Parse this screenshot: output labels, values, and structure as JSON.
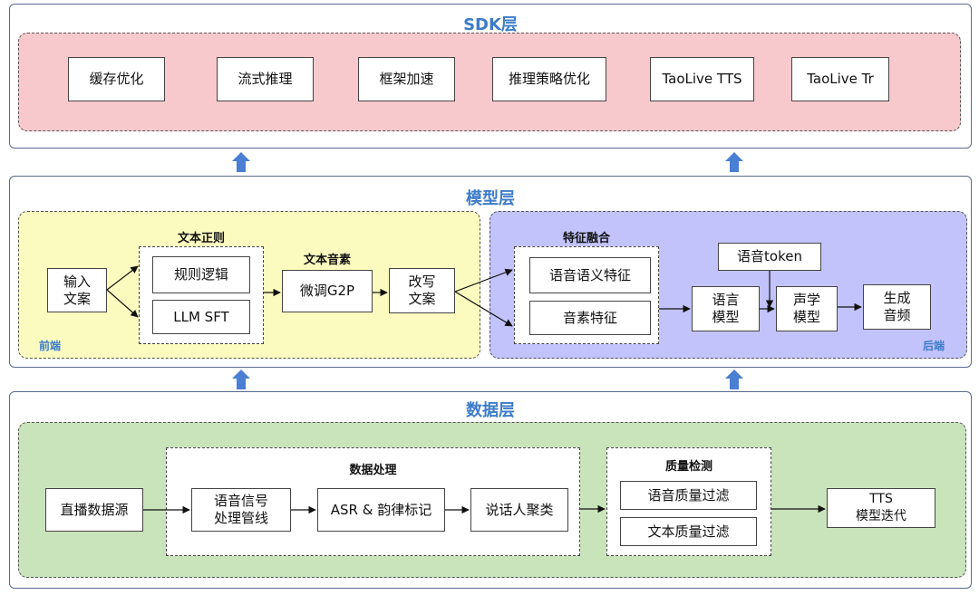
{
  "colors": {
    "title_blue": "#3d7cc9",
    "sdk_fill": "#f8c9cc",
    "frontend_fill": "#fbfbc0",
    "backend_fill": "#c2c3fb",
    "data_fill": "#c9e3bb",
    "up_arrow": "#4a7fd4"
  },
  "sdk": {
    "title": "SDK层",
    "items": [
      "缓存优化",
      "流式推理",
      "框架加速",
      "推理策略优化",
      "TaoLive TTS",
      "TaoLive Tr"
    ]
  },
  "model": {
    "title": "模型层",
    "frontend": {
      "corner": "前端",
      "input": "输入\n文案",
      "text_norm_title": "文本正则",
      "rule_logic": "规则逻辑",
      "llm_sft": "LLM SFT",
      "phoneme_title": "文本音素",
      "g2p": "微调G2P",
      "rewrite": "改写\n文案"
    },
    "backend": {
      "corner": "后端",
      "fusion_title": "特征融合",
      "semantic": "语音语义特征",
      "phoneme_feat": "音素特征",
      "speech_token": "语音token",
      "lm": "语言\n模型",
      "acoustic": "声学\n模型",
      "output": "生成\n音频"
    }
  },
  "data": {
    "title": "数据层",
    "source": "直播数据源",
    "processing_title": "数据处理",
    "signal": "语音信号\n处理管线",
    "asr": "ASR & 韵律标记",
    "speaker": "说话人聚类",
    "quality_title": "质量检测",
    "speech_filter": "语音质量过滤",
    "text_filter": "文本质量过滤",
    "tts": "TTS\n模型迭代"
  }
}
